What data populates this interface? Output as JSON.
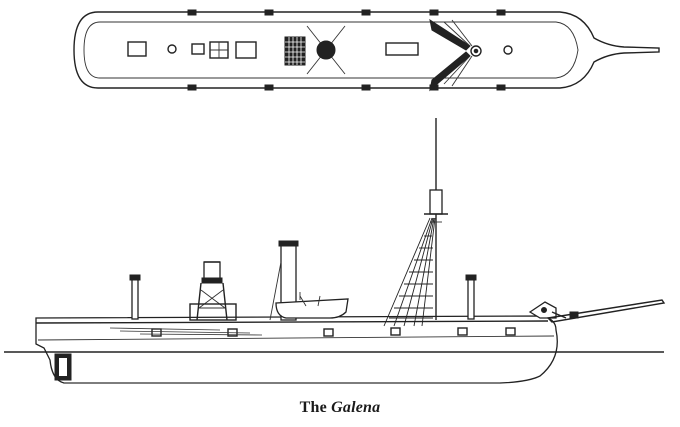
{
  "caption": {
    "prefix": "The",
    "ship_name": "Galena"
  },
  "colors": {
    "ink": "#222222",
    "paper": "#ffffff"
  },
  "icons": {
    "plan_view": "deck-plan-drawing",
    "profile_view": "side-elevation-drawing"
  }
}
